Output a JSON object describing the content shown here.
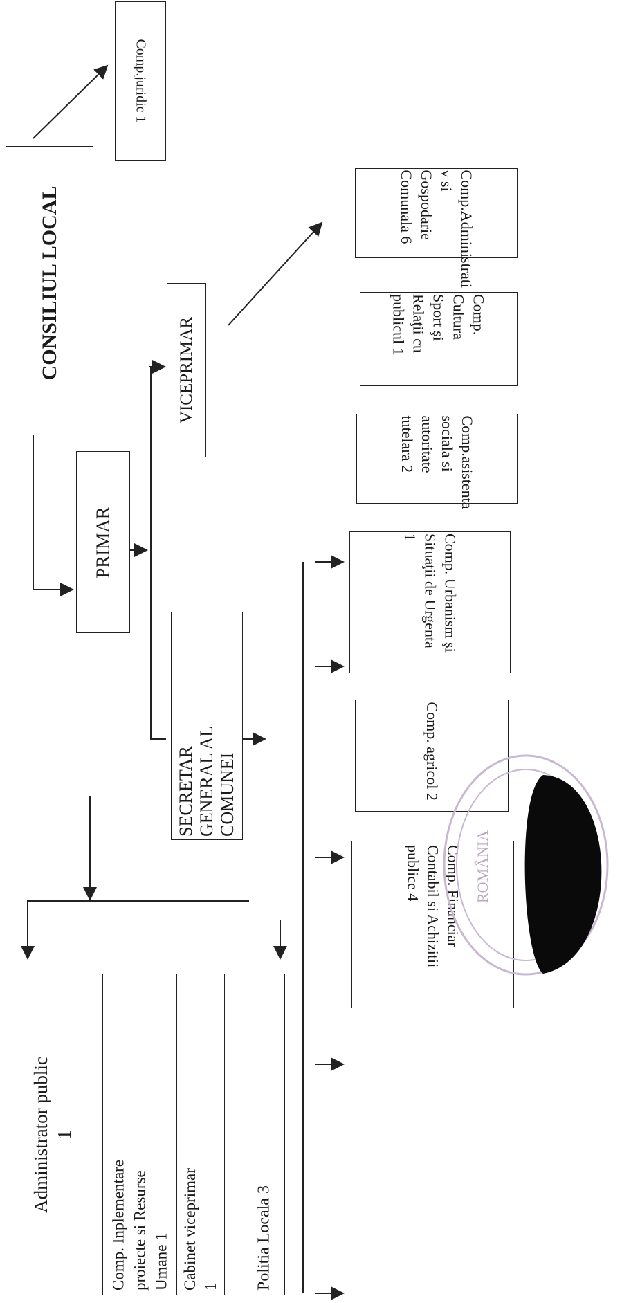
{
  "nodes": {
    "consiliu": "CONSILIUL LOCAL",
    "comp_juridic": "Comp.juridic 1",
    "primar": "PRIMAR",
    "viceprimar": "VICEPRIMAR",
    "secretar": "SECRETAR\nGENERAL AL\nCOMUNEI",
    "administrator": "Administrator public\n1",
    "comp_implementare": "Comp. Inplementare\nproiecte si Resurse\nUmane 1",
    "cabinet": "Cabinet viceprimar\n1",
    "politia": "Politia Locala 3",
    "comp_financiar": "Comp. Financiar\nContabil si Achizitii\npublice 4",
    "comp_agricol": "Comp. agricol 2",
    "comp_urbanism": "Comp. Urbanism şi\nSituaţii de Urgenta\n1",
    "comp_asistenta": "Comp.asistenta\nsociala si autoritate\ntutelara 2",
    "comp_cultura": "Comp. Cultura\nSport şi Relaţii cu\npublicul 1",
    "comp_administrativ": "Comp.Administrati\nv si Gospodarie\nComunala 6"
  },
  "colors": {
    "line": "#222222",
    "stamp": "#c9b8d2",
    "blot": "#0a0a0a"
  },
  "stamp_text": "ROMÂNIA"
}
